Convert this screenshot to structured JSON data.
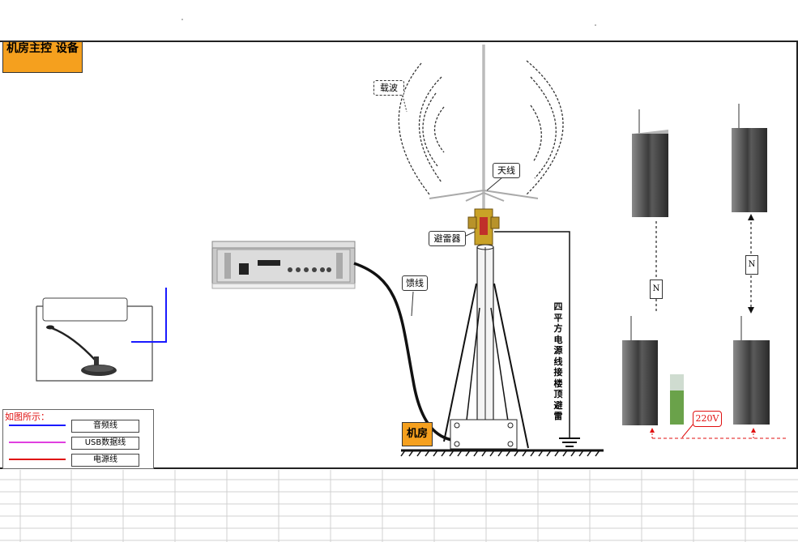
{
  "title": "机房主控 设备",
  "labels": {
    "carrier_wave": "载波",
    "antenna": "天线",
    "lightning_arrester": "避雷器",
    "feeder_line": "馈线",
    "power_line_note": "四平方电源线接楼顶避雷",
    "machine_room": "机房",
    "n_left": "N",
    "n_right": "N",
    "voltage": "220V"
  },
  "legend": {
    "title": "如图所示：",
    "items": [
      {
        "label": "音频线",
        "color": "#1a1aff"
      },
      {
        "label": "USB数据线",
        "color": "#e040e0"
      },
      {
        "label": "电源线",
        "color": "#e01010"
      }
    ]
  },
  "colors": {
    "title_bg": "#f5a01e",
    "red": "#e01010"
  }
}
